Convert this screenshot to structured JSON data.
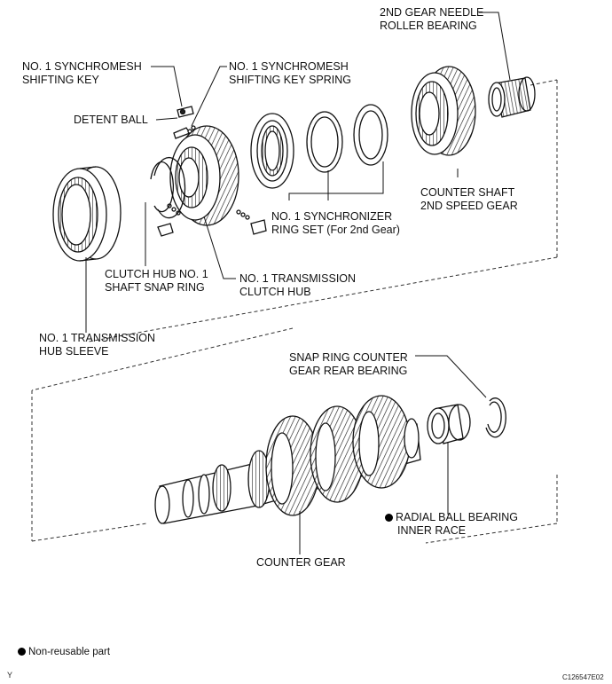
{
  "labels": {
    "needle_bearing": {
      "line1": "2ND GEAR NEEDLE",
      "line2": "ROLLER BEARING"
    },
    "shifting_key": {
      "line1": "NO. 1 SYNCHROMESH",
      "line2": "SHIFTING KEY"
    },
    "key_spring": {
      "line1": "NO. 1 SYNCHROMESH",
      "line2": "SHIFTING KEY SPRING"
    },
    "detent_ball": {
      "line1": "DETENT BALL"
    },
    "counter_shaft_gear": {
      "line1": "COUNTER SHAFT",
      "line2": "2ND SPEED GEAR"
    },
    "synchronizer_ring": {
      "line1": "NO. 1 SYNCHRONIZER",
      "line2": "RING SET (For 2nd Gear)"
    },
    "snap_ring": {
      "line1": "CLUTCH HUB NO. 1",
      "line2": "SHAFT SNAP RING"
    },
    "clutch_hub": {
      "line1": "NO. 1 TRANSMISSION",
      "line2": "CLUTCH HUB"
    },
    "hub_sleeve": {
      "line1": "NO. 1 TRANSMISSION",
      "line2": "HUB SLEEVE"
    },
    "rear_bearing_snap": {
      "line1": "SNAP RING COUNTER",
      "line2": "GEAR REAR BEARING"
    },
    "inner_race": {
      "line1": "RADIAL BALL BEARING",
      "line2": "INNER RACE"
    },
    "counter_gear": {
      "line1": "COUNTER GEAR"
    }
  },
  "legend": {
    "text": "Non-reusable part"
  },
  "corner_mark": "Y",
  "figure_code": "C126547E02"
}
